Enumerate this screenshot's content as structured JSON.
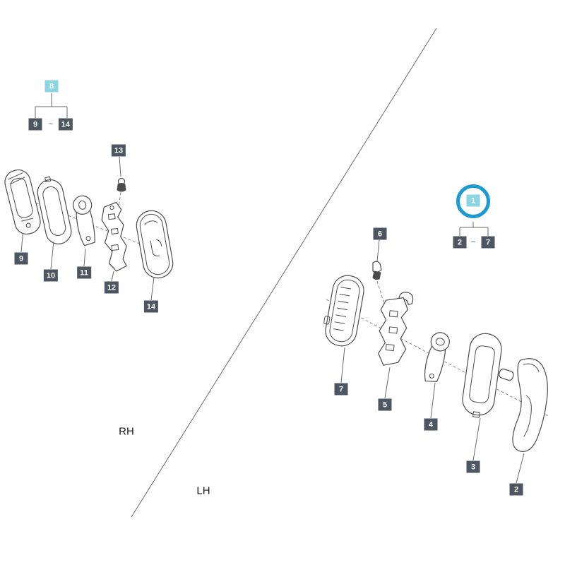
{
  "page": {
    "side_labels": {
      "rh": "RH",
      "lh": "LH"
    },
    "left_group": {
      "group": "8",
      "range": {
        "from": "9",
        "tilde": "~",
        "to": "14"
      },
      "callouts": {
        "p9": "9",
        "p10": "10",
        "p11": "11",
        "p12": "12",
        "p13": "13",
        "p14": "14"
      }
    },
    "right_group": {
      "group": "1",
      "range": {
        "from": "2",
        "tilde": "~",
        "to": "7"
      },
      "callouts": {
        "p2": "2",
        "p3": "3",
        "p4": "4",
        "p5": "5",
        "p6": "6",
        "p7": "7"
      }
    },
    "colors": {
      "callout_bg": "#4d5661",
      "callout_text": "#ffffff",
      "highlight_bg": "#8bd5e3",
      "highlight_ring": "#1e9ad3",
      "line": "#4b4b4b"
    }
  }
}
